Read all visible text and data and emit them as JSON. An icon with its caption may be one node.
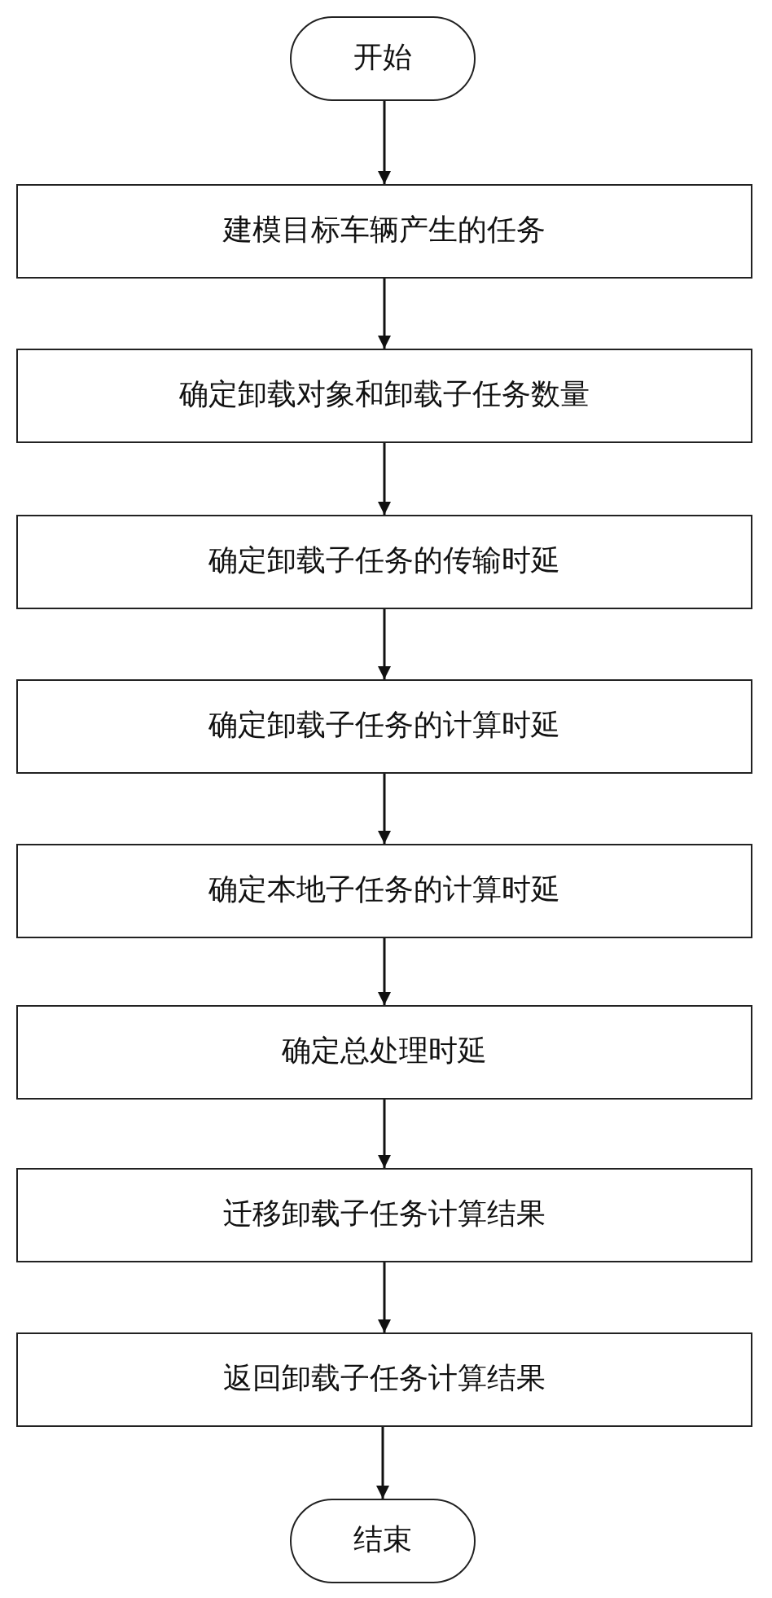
{
  "diagram": {
    "nodes": [
      {
        "text": [
          "开始"
        ]
      },
      {
        "text": [
          "建模目标车辆产生的任务"
        ]
      },
      {
        "text": [
          "确定卸载对象和卸载子任务数量"
        ]
      },
      {
        "text": [
          "确定卸载子任务的传输时延"
        ]
      },
      {
        "text": [
          "确定卸载子任务的计算时延"
        ]
      },
      {
        "text": [
          "确定本地子任务的计算时延"
        ]
      },
      {
        "text": [
          "确定总处理时延"
        ]
      },
      {
        "text": [
          "迁移卸载子任务计算结果"
        ]
      },
      {
        "text": [
          "返回卸载子任务计算结果"
        ]
      },
      {
        "text": [
          "结束"
        ]
      }
    ],
    "edges": [
      {
        "from": 0,
        "to": 1,
        "arrow": "to"
      },
      {
        "from": 1,
        "to": 2,
        "arrow": "to"
      },
      {
        "from": 2,
        "to": 3,
        "arrow": "to"
      },
      {
        "from": 3,
        "to": 4,
        "arrow": "to"
      },
      {
        "from": 4,
        "to": 5,
        "arrow": "to"
      },
      {
        "from": 5,
        "to": 6,
        "arrow": "to"
      },
      {
        "from": 6,
        "to": 7,
        "arrow": "to"
      },
      {
        "from": 7,
        "to": 8,
        "arrow": "to"
      },
      {
        "from": 8,
        "to": 9,
        "arrow": "to"
      }
    ]
  }
}
